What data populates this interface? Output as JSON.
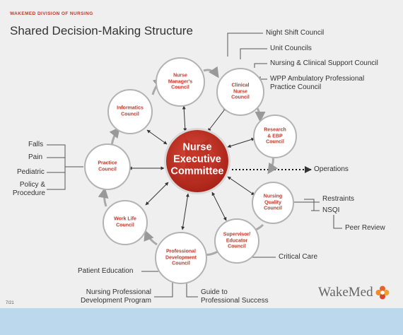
{
  "header": {
    "kicker": "WAKEMED DIVISION OF NURSING",
    "title": "Shared Decision-Making Structure"
  },
  "center": {
    "label": "Nurse\nExecutive\nCommittee",
    "color": "#c0392b"
  },
  "councils": [
    {
      "id": "nurse-manager",
      "label": "Nurse\nManager's\nCouncil"
    },
    {
      "id": "clinical-nurse",
      "label": "Clinical\nNurse\nCouncil"
    },
    {
      "id": "research-ebp",
      "label": "Research\n& EBP\nCouncil"
    },
    {
      "id": "nursing-quality",
      "label": "Nursing\nQuality\nCouncil"
    },
    {
      "id": "supervisor-educator",
      "label": "Supervisor/\nEducator\nCouncil"
    },
    {
      "id": "professional-development",
      "label": "Professional\nDevelopment\nCouncil"
    },
    {
      "id": "work-life",
      "label": "Work Life\nCouncil"
    },
    {
      "id": "practice",
      "label": "Practice\nCouncil"
    },
    {
      "id": "informatics",
      "label": "Informatics\nCouncil"
    }
  ],
  "annotations": {
    "night_shift": "Night Shift Council",
    "unit_councils": "Unit Councils",
    "nursing_clinical_support": "Nursing & Clinical Support Council",
    "wpp": "WPP Ambulatory Professional\nPractice Council",
    "operations": "Operations",
    "restraints": "Restraints",
    "nsqi": "NSQI",
    "peer_review": "Peer Review",
    "critical_care": "Critical Care",
    "falls": "Falls",
    "pain": "Pain",
    "pediatric": "Pediatric",
    "policy": "Policy &\nProcedure",
    "patient_education": "Patient Education",
    "nursing_professional_development": "Nursing Professional\nDevelopment Program",
    "guide": "Guide to\nProfessional Success"
  },
  "footer": {
    "slide_number": "7/21",
    "logo_text": "WakeMed"
  },
  "colors": {
    "accent": "#c0392b",
    "circle_fill": "#ffffff",
    "circle_stroke": "#b3b3b3",
    "band": "#bcd8ec",
    "background": "#efefef"
  }
}
